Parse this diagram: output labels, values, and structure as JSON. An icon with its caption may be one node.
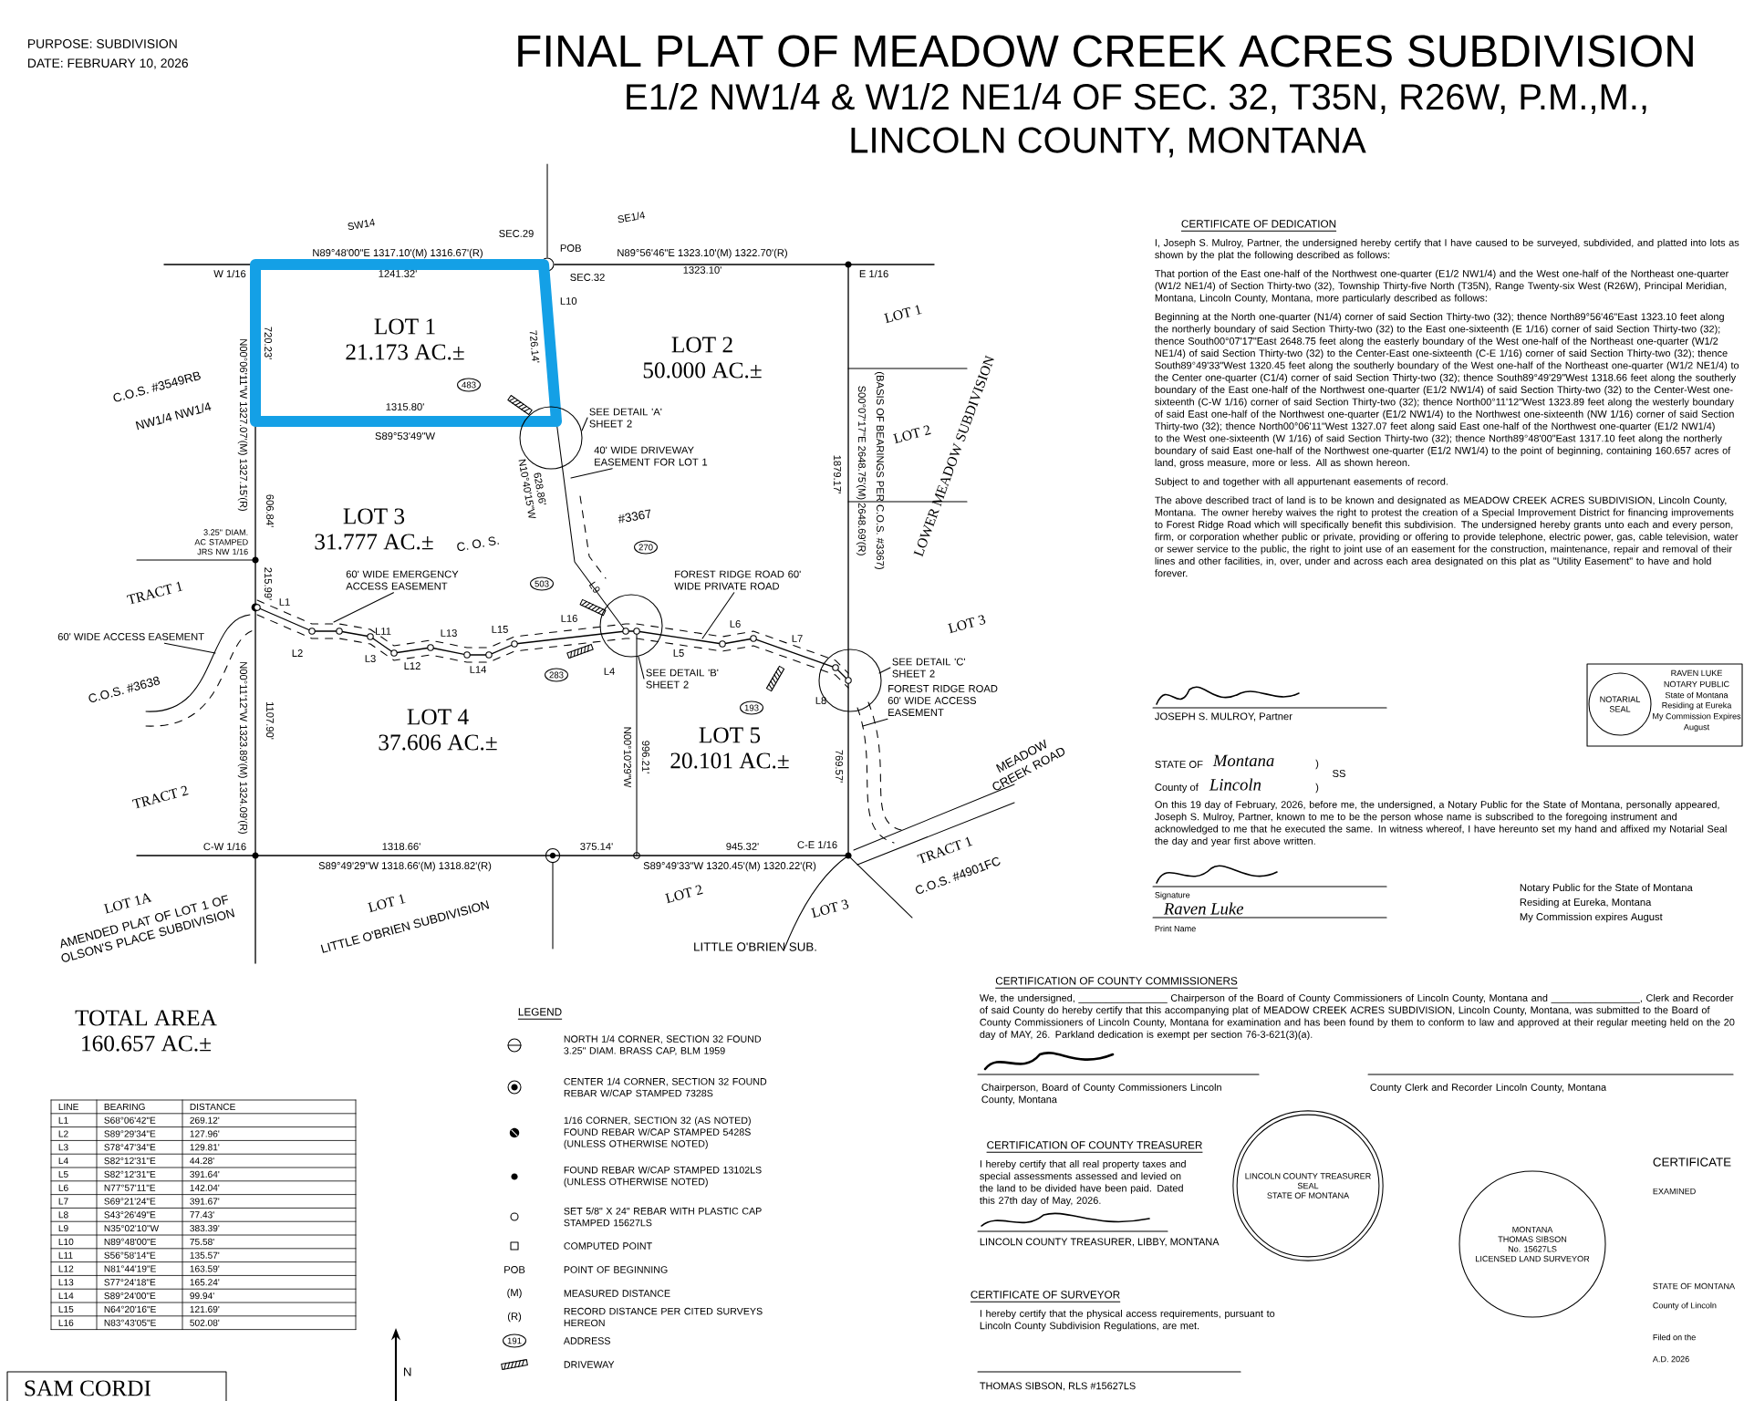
{
  "diagram": {
    "title": "FINAL PLAT OF MEADOW CREEK ACRES SUBDIVISION",
    "nodes": [
      {
        "text": [
          "LOT 1",
          "21.173 AC.±"
        ]
      },
      {
        "text": [
          "LOT 2",
          "50.000 AC.±"
        ]
      },
      {
        "text": [
          "LOT 3",
          "31.777 AC.±"
        ]
      },
      {
        "text": [
          "LOT 4",
          "37.606 AC.±"
        ]
      },
      {
        "text": [
          "LOT 5",
          "20.101 AC.±"
        ]
      },
      {
        "text": [
          "483"
        ],
        "in": 0
      },
      {
        "text": [
          "270"
        ]
      },
      {
        "text": [
          "503"
        ]
      },
      {
        "text": [
          "283"
        ]
      },
      {
        "text": [
          "193"
        ]
      },
      {
        "text": [],
        "shape": "circle",
        "beside": [
          "SEE DETAIL 'A' SHEET 2"
        ]
      },
      {
        "text": [],
        "shape": "circle",
        "beside": [
          "SEE DETAIL 'B' SHEET 2"
        ]
      },
      {
        "text": [],
        "shape": "circle",
        "beside": [
          "SEE DETAIL 'C' SHEET 2"
        ]
      },
      {
        "text": [
          "40' WIDE DRIVEWAY EASEMENT FOR LOT 1"
        ]
      },
      {
        "text": [
          "60' WIDE EMERGENCY ACCESS EASEMENT"
        ]
      },
      {
        "text": [
          "FOREST RIDGE ROAD 60' WIDE PRIVATE ROAD"
        ]
      },
      {
        "text": [
          "60' WIDE ACCESS EASEMENT"
        ]
      },
      {
        "text": [
          "FOREST RIDGE ROAD 60' WIDE ACCESS EASEMENT"
        ]
      },
      {
        "text": [
          "NOTARIAL",
          "SEAL"
        ]
      },
      {
        "text": [
          "LINCOLN COUNTY TREASURER",
          "SEAL",
          "STATE OF MONTANA"
        ]
      },
      {
        "text": [
          "MONTANA",
          "THOMAS SIBSON",
          "No. 15627LS",
          "LICENSED LAND SURVEYOR"
        ]
      }
    ],
    "edges": [
      {
        "from": 13,
        "to": null,
        "arrow": "none"
      },
      {
        "from": 14,
        "to": null,
        "arrow": "none"
      },
      {
        "from": 15,
        "to": null,
        "arrow": "none"
      },
      {
        "from": 16,
        "to": null,
        "arrow": "none"
      },
      {
        "from": 17,
        "to": null,
        "arrow": "none"
      }
    ],
    "labels": [
      "PURPOSE: SUBDIVISION",
      "DATE: FEBRUARY 10, 2026",
      "E1/2 NW1/4 & W1/2 NE1/4 OF SEC. 32, T35N, R26W, P.M.,M.,",
      "LINCOLN COUNTY, MONTANA",
      "SW14",
      "SEC.29",
      "SE1/4",
      "POB",
      "N89°48'00\"E  1317.10'(M)  1316.67'(R)",
      "1241.32'",
      "N89°56'46\"E  1323.10'(M)  1322.70'(R)",
      "1323.10'",
      "W 1/16",
      "SEC.32",
      "E 1/16",
      "L10",
      "720.23'",
      "N00°06'11\"W  1327.07'(M)  1327.15'(R)",
      "726.14'",
      "1315.80'",
      "S89°53'49\"W",
      "C.O.S. #3549RB",
      "NW1/4 NW1/4",
      "LOT 1",
      "LOWER MEADOW SUBDIVISION",
      "LOT 2",
      "1879.17'",
      "S00°07'17\"E  2648.75'(M)  2648.69'(R)",
      "(BASIS OF BEARINGS PER C.O.S. #3367)",
      "LOT 3",
      "3.25\" DIAM. AC STAMPED JRS NW 1/16",
      "606.84'",
      "628.86'",
      "N10°40'15\"W",
      "C. O. S.",
      "#3367",
      "215.99'",
      "TRACT 1",
      "C.O.S. #3638",
      "L1",
      "L2",
      "L3",
      "L11",
      "L12",
      "L13",
      "L14",
      "L15",
      "L16",
      "L9",
      "L4",
      "L5",
      "L6",
      "L7",
      "L8",
      "N00°11'12\"W  1323.89'(M)  1324.09'(R)",
      "1107.90'",
      "TRACT 2",
      "N00°10'29\"W",
      "996.21'",
      "769.57'",
      "MEADOW CREEK ROAD",
      "C-W 1/16",
      "1318.66'",
      "S89°49'29\"W  1318.66'(M)  1318.82'(R)",
      "375.14'",
      "945.32'",
      "C-E 1/16",
      "S89°49'33\"W  1320.45'(M)  1320.22'(R)",
      "TRACT 1",
      "C.O.S. #4901FC",
      "LOT 1A",
      "AMENDED PLAT OF LOT 1 OF OLSON'S PLACE SUBDIVISION",
      "LOT 1",
      "LITTLE O'BRIEN SUBDIVISION",
      "LOT 2",
      "LOT 3",
      "LITTLE O'BRIEN SUB.",
      "TOTAL AREA",
      "160.657 AC.±",
      "LINE",
      "BEARING",
      "DISTANCE",
      "L1",
      "S68°06'42\"E",
      "269.12'",
      "L2",
      "S89°29'34\"E",
      "127.96'",
      "L3",
      "S78°47'34\"E",
      "129.81'",
      "L4",
      "S82°12'31\"E",
      "44.28'",
      "L5",
      "S82°12'31\"E",
      "391.64'",
      "L6",
      "N77°57'11\"E",
      "142.04'",
      "L7",
      "S69°21'24\"E",
      "391.67'",
      "L8",
      "S43°26'49\"E",
      "77.43'",
      "L9",
      "N35°02'10\"W",
      "383.39'",
      "L10",
      "N89°48'00\"E",
      "75.58'",
      "L11",
      "S56°58'14\"E",
      "135.57'",
      "L12",
      "N81°44'19\"E",
      "163.59'",
      "L13",
      "S77°24'18\"E",
      "165.24'",
      "L14",
      "S89°24'00\"E",
      "99.94'",
      "L15",
      "N64°20'16\"E",
      "121.69'",
      "L16",
      "N83°43'05\"E",
      "502.08'",
      "LEGEND",
      "POB",
      "(M)",
      "(R)",
      "191",
      "N",
      "SAM CORDI",
      "CERTIFICATE OF DEDICATION",
      "I, Joseph S. Mulroy, Partner, the undersigned hereby certify that I have caused to be surveyed, subdivided, and platted into lots as shown by the plat the following described as follows:",
      "That portion of the East one-half of the Northwest one-quarter (E1/2 NW1/4) and the West one-half of the Northeast one-quarter (W1/2 NE1/4) of Section Thirty-two (32), Township Thirty-five North (T35N), Range Twenty-six West (R26W), Principal Meridian, Montana, Lincoln County, Montana, more particularly described as follows:",
      "Beginning at the North one-quarter (N1/4) corner of said Section Thirty-two (32); thence North89°56'46\"East 1323.10 feet along the northerly boundary of said Section Thirty-two (32) to the East one-sixteenth (E 1/16) corner of said Section Thirty-two (32); thence South00°07'17\"East 2648.75 feet along the easterly boundary of the West one-half of the Northeast one-quarter (W1/2 NE1/4) of said Section Thirty-two (32) to the Center-East one-sixteenth (C-E 1/16) corner of said Section Thirty-two (32); thence South89°49'33\"West 1320.45 feet along the southerly boundary of the West one-half of the Northeast one-quarter (W1/2 NE1/4) to the Center one-quarter (C1/4) corner of said Section Thirty-two (32); thence South89°49'29\"West 1318.66 feet along the southerly boundary of the East one-half of the Northwest one-quarter (E1/2 NW1/4) of said Section Thirty-two (32) to the Center-West one-sixteenth (C-W 1/16) corner of said Section Thirty-two (32); thence North00°11'12\"West 1323.89 feet along the westerly boundary of said East one-half of the Northwest one-quarter (E1/2 NW1/4) to the Northwest one-sixteenth (NW 1/16) corner of said Section Thirty-two (32); thence North00°06'11\"West 1327.07 feet along said East one-half of the Northwest one-quarter (E1/2 NW1/4) to the West one-sixteenth (W 1/16) of said Section Thirty-two (32); thence North89°48'00\"East 1317.10 feet along the northerly boundary of said East one-half of the Northwest one-quarter (E1/2 NW1/4) to the point of beginning, containing 160.657 acres of land, gross measure, more or less.  All as shown hereon.",
      "Subject to and together with all appurtenant easements of record.",
      "The above described tract of land is to be known and designated as MEADOW CREEK ACRES SUBDIVISION, Lincoln County, Montana.  The owner hereby waives the right to protest the creation of a Special Improvement District for financing improvements to Forest Ridge Road which will specifically benefit this subdivision.  The undersigned hereby grants unto each and every person, firm, or corporation whether public or private, providing or offering to provide telephone, electric power, gas, cable television, water or sewer service to the public, the right to joint use of an easement for the construction, maintenance, repair and removal of their lines and other facilities, in, over, under and across each area designated on this plat as \"Utility Easement\" to have and hold forever.",
      "JOSEPH S. MULROY, Partner",
      "STATE OF",
      "Montana",
      ")",
      "SS",
      "County of",
      "Lincoln",
      ")",
      "On this 19 day of February, 2026, before me, the undersigned, a Notary Public for the State of Montana, personally appeared, Joseph S. Mulroy, Partner, known to me to be the person whose name is subscribed to the foregoing instrument and acknowledged to me that he executed the same. In witness whereof, I have hereunto set my hand and affixed my Notarial Seal the day and year first above written.",
      "Signature",
      "Raven Luke",
      "Print Name",
      "Notary Public for the State of Montana",
      "Residing at Eureka, Montana",
      "My Commission expires August",
      "RAVEN LUKE",
      "NOTARY PUBLIC",
      "State of Montana",
      "Residing at Eureka",
      "My Commission Expires",
      "August",
      "CERTIFICATION OF COUNTY COMMISSIONERS",
      "We, the undersigned, ________________ Chairperson of the Board of County Commissioners of Lincoln County, Montana and ________________, Clerk and Recorder of said County do hereby certify that this accompanying plat of MEADOW CREEK ACRES SUBDIVISION, Lincoln County, Montana, was submitted to the Board of County Commissioners of Lincoln County, Montana for examination and has been found by them to conform to law and approved at their regular meeting held on the 20 day of MAY, 26. Parkland dedication is exempt per section 76-3-621(3)(a).",
      "Chairperson, Board of County Commissioners Lincoln County, Montana",
      "County Clerk and Recorder Lincoln County, Montana",
      "CERTIFICATION OF COUNTY TREASURER",
      "I hereby certify that all real property taxes and special assessments assessed and levied on the land to be divided have been paid. Dated this 27th day of May, 2026.",
      "LINCOLN COUNTY TREASURER, LIBBY, MONTANA",
      "CERTIFICATE OF SURVEYOR",
      "I hereby certify that the physical access requirements, pursuant to Lincoln County Subdivision Regulations, are met.",
      "THOMAS SIBSON, RLS #15627LS",
      "CERTIFICATE",
      "EXAMINED",
      "STATE OF MONTANA",
      "County of Lincoln",
      "Filed on the",
      "A.D. 2026"
    ],
    "legend": [
      {
        "text": "NORTH 1/4 CORNER, SECTION 32 FOUND 3.25\" DIAM. BRASS CAP, BLM 1959"
      },
      {
        "text": "CENTER 1/4 CORNER, SECTION 32 FOUND REBAR W/CAP STAMPED 7328S"
      },
      {
        "text": "1/16 CORNER, SECTION 32 (AS NOTED) FOUND REBAR W/CAP STAMPED 5428S (UNLESS OTHERWISE NOTED)"
      },
      {
        "text": "FOUND REBAR W/CAP STAMPED 13102LS (UNLESS OTHERWISE NOTED)"
      },
      {
        "text": "SET 5/8\" X 24\" REBAR WITH PLASTIC CAP STAMPED 15627LS"
      },
      {
        "text": "COMPUTED POINT"
      },
      {
        "text": "POINT OF BEGINNING"
      },
      {
        "text": "MEASURED DISTANCE"
      },
      {
        "text": "RECORD DISTANCE PER CITED SURVEYS HEREON"
      },
      {
        "text": "ADDRESS"
      },
      {
        "text": "DRIVEWAY"
      }
    ]
  }
}
